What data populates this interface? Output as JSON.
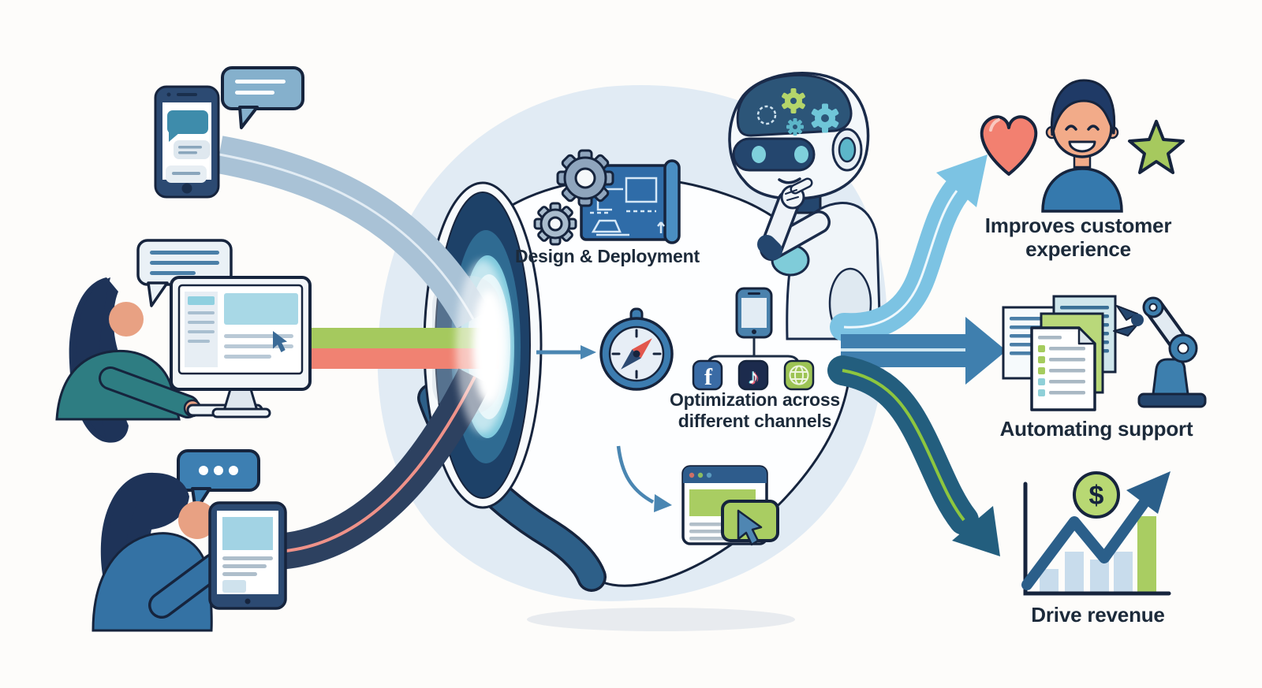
{
  "funnel": {
    "design_stage": {
      "label": "Design & Deployment"
    },
    "optimization_stage": {
      "line1": "Optimization across",
      "line2": "different channels"
    },
    "channels": {
      "facebook_glyph": "f",
      "tiktok_glyph": "♪"
    }
  },
  "sources": {
    "typing_dots": "• • •"
  },
  "outcomes": {
    "customer_experience": {
      "line1": "Improves customer",
      "line2": "experience"
    },
    "automating_support": {
      "label": "Automating support"
    },
    "drive_revenue": {
      "label": "Drive revenue",
      "dollar_glyph": "$"
    }
  },
  "colors": {
    "outline_navy": "#16243d",
    "steel_blue": "#3f7fae",
    "light_blue_arrow": "#7cc3e3",
    "dark_teal_arrow": "#235e7e",
    "green_accent": "#a5cc5e",
    "salmon_accent": "#f08272",
    "teal_accent": "#7fccd9",
    "blob_background": "#e1ebf4",
    "portal_glow": "#cfeef5"
  }
}
